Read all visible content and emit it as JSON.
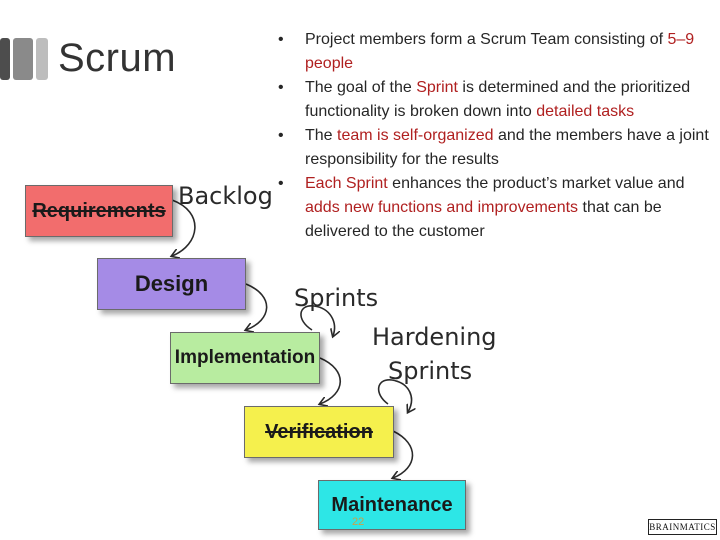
{
  "slide": {
    "title": "Scrum",
    "page_number": "22"
  },
  "bullets": [
    {
      "segments": [
        {
          "text": "Project members form a Scrum Team consisting of ",
          "highlight": false
        },
        {
          "text": "5–9 people",
          "highlight": true
        }
      ]
    },
    {
      "segments": [
        {
          "text": "The goal of the ",
          "highlight": false
        },
        {
          "text": "Sprint",
          "highlight": true
        },
        {
          "text": " is determined and the prioritized functionality is broken down into ",
          "highlight": false
        },
        {
          "text": "detailed tasks",
          "highlight": true
        }
      ]
    },
    {
      "segments": [
        {
          "text": "The ",
          "highlight": false
        },
        {
          "text": "team is self-organized",
          "highlight": true
        },
        {
          "text": " and the members have a joint responsibility for the results",
          "highlight": false
        }
      ]
    },
    {
      "segments": [
        {
          "text": "Each Sprint",
          "highlight": true
        },
        {
          "text": " enhances the product’s market value and ",
          "highlight": false
        },
        {
          "text": "adds new functions and improvements",
          "highlight": true
        },
        {
          "text": " that can be delivered to the customer",
          "highlight": false
        }
      ]
    }
  ],
  "diagram": {
    "stages": {
      "requirements": "Requirements",
      "design": "Design",
      "implementation": "Implementation",
      "verification": "Verification",
      "maintenance": "Maintenance"
    },
    "annotations": {
      "backlog": "Backlog",
      "sprints": "Sprints",
      "hardening_line1": "Hardening",
      "hardening_line2": "Sprints"
    }
  },
  "logo": {
    "text": "BRAINMATICS"
  },
  "colors": {
    "requirements": "#f26d6d",
    "design": "#a58be6",
    "implementation": "#b8eca0",
    "verification": "#f5f04d",
    "maintenance": "#2de6e6",
    "highlight_text": "#b02020"
  }
}
